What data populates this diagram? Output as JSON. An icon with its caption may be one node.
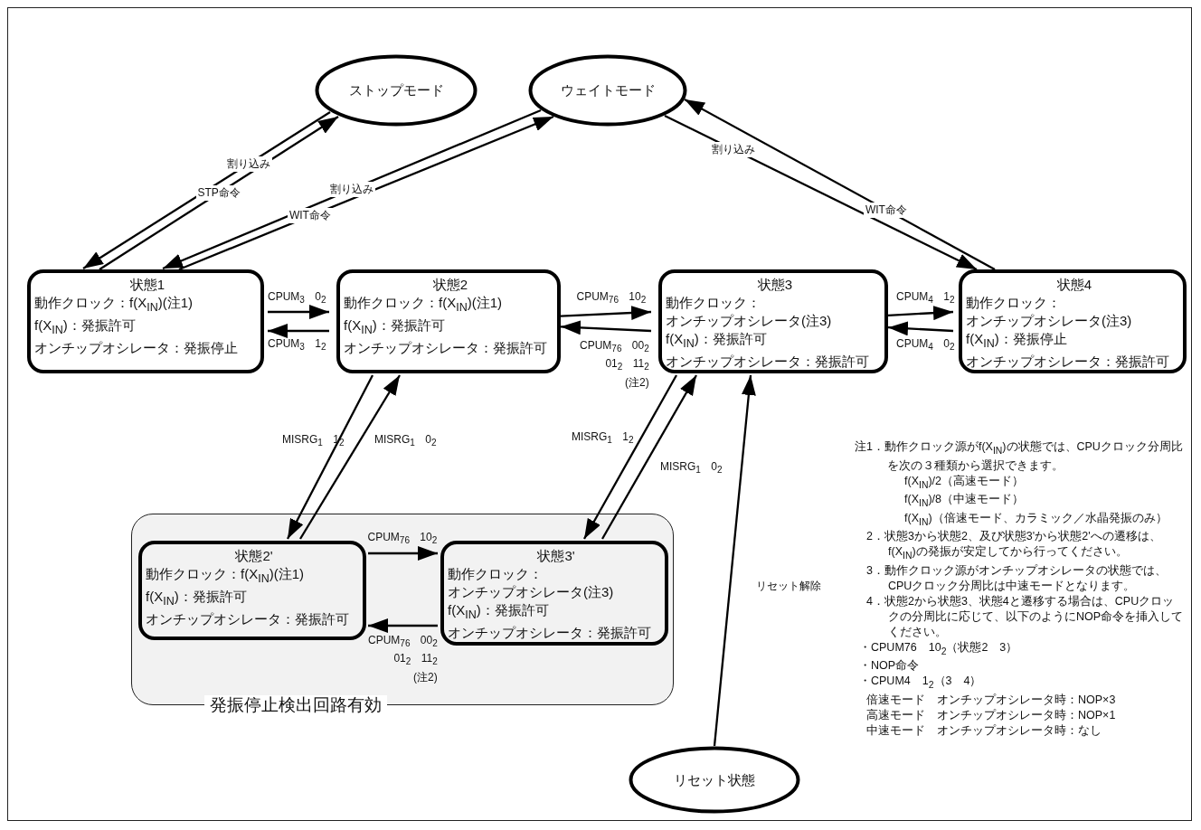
{
  "diagram": {
    "nodes": [
      {
        "text": [
          "ストップモード"
        ]
      },
      {
        "text": [
          "ウェイトモード"
        ]
      },
      {
        "text": [
          "状態1",
          "動作クロック：f(X$_{IN}$)(注1)",
          "f(X$_{IN}$)：発振許可",
          "オンチップオシレータ：発振停止"
        ]
      },
      {
        "text": [
          "状態2",
          "動作クロック：f(X$_{IN}$)(注1)",
          "f(X$_{IN}$)：発振許可",
          "オンチップオシレータ：発振許可"
        ]
      },
      {
        "text": [
          "状態3",
          "動作クロック：",
          "オンチップオシレータ(注3)",
          "f(X$_{IN}$)：発振許可",
          "オンチップオシレータ：発振許可"
        ]
      },
      {
        "text": [
          "状態4",
          "動作クロック：",
          "オンチップオシレータ(注3)",
          "f(X$_{IN}$)：発振停止",
          "オンチップオシレータ：発振許可"
        ]
      },
      {
        "text": [
          "発振停止検出回路有効"
        ]
      },
      {
        "text": [
          "状態2'",
          "動作クロック：f(X$_{IN}$)(注1)",
          "f(X$_{IN}$)：発振許可",
          "オンチップオシレータ：発振許可"
        ],
        "in": 6
      },
      {
        "text": [
          "状態3'",
          "動作クロック：",
          "オンチップオシレータ(注3)",
          "f(X$_{IN}$)：発振許可",
          "オンチップオシレータ：発振許可"
        ],
        "in": 6
      },
      {
        "text": [
          "リセット状態"
        ]
      }
    ],
    "edges": [
      {
        "from": 0,
        "to": 2,
        "arrow": "to",
        "label": "割り込み"
      },
      {
        "from": 2,
        "to": 0,
        "arrow": "to",
        "label": "STP命令"
      },
      {
        "from": 1,
        "to": 2,
        "arrow": "to",
        "label": "割り込み"
      },
      {
        "from": 2,
        "to": 1,
        "arrow": "to",
        "label": "WIT命令"
      },
      {
        "from": 1,
        "to": 5,
        "arrow": "to",
        "label": "割り込み"
      },
      {
        "from": 5,
        "to": 1,
        "arrow": "to",
        "label": "WIT命令"
      },
      {
        "from": 2,
        "to": 3,
        "arrow": "to",
        "label": "CPUM$_{3}$ 0$_{2}$"
      },
      {
        "from": 3,
        "to": 2,
        "arrow": "to",
        "label": "CPUM$_{3}$ 1$_{2}$"
      },
      {
        "from": 3,
        "to": 4,
        "arrow": "to",
        "label": "CPUM$_{76}$ 10$_{2}$"
      },
      {
        "from": 4,
        "to": 3,
        "arrow": "to",
        "label": "CPUM$_{76}$ 00$_{2}$ 01$_{2}$ 11$_{2}$ (注2)"
      },
      {
        "from": 4,
        "to": 5,
        "arrow": "to",
        "label": "CPUM$_{4}$ 1$_{2}$"
      },
      {
        "from": 5,
        "to": 4,
        "arrow": "to",
        "label": "CPUM$_{4}$ 0$_{2}$"
      },
      {
        "from": 3,
        "to": 7,
        "arrow": "to",
        "label": "MISRG$_{1}$ 1$_{2}$"
      },
      {
        "from": 7,
        "to": 3,
        "arrow": "to",
        "label": "MISRG$_{1}$ 0$_{2}$"
      },
      {
        "from": 4,
        "to": 8,
        "arrow": "to",
        "label": "MISRG$_{1}$ 1$_{2}$"
      },
      {
        "from": 8,
        "to": 4,
        "arrow": "to",
        "label": "MISRG$_{1}$ 0$_{2}$"
      },
      {
        "from": 7,
        "to": 8,
        "arrow": "to",
        "label": "CPUM$_{76}$ 10$_{2}$"
      },
      {
        "from": 8,
        "to": 7,
        "arrow": "to",
        "label": "CPUM$_{76}$ 00$_{2}$ 01$_{2}$ 11$_{2}$ (注2)"
      },
      {
        "from": 9,
        "to": 4,
        "arrow": "to",
        "label": "リセット解除"
      }
    ],
    "labels": [
      "注1．動作クロック源がf(X$_{IN}$)の状態では、CPUクロック分周比を次の３種類から選択できます。",
      "f(X$_{IN}$)/2（高速モード）",
      "f(X$_{IN}$)/8（中速モード）",
      "f(X$_{IN}$)（倍速モード、カラミック／水晶発振のみ）",
      "2．状態3から状態2、及び状態3'から状態2'への遷移は、f(X$_{IN}$)の発振が安定してから行ってください。",
      "3．動作クロック源がオンチップオシレータの状態では、CPUクロック分周比は中速モードとなります。",
      "4．状態2から状態3、状態4と遷移する場合は、CPUクロックの分周比に応じて、以下のようにNOP命令を挿入してください。",
      "・CPUM76　10$_{2}$（状態2　3）",
      "・NOP命令",
      "・CPUM4　1$_{2}$（3　4）",
      "倍速モード　オンチップオシレータ時：NOP×3",
      "高速モード　オンチップオシレータ時：NOP×1",
      "中速モード　オンチップオシレータ時：なし"
    ]
  }
}
